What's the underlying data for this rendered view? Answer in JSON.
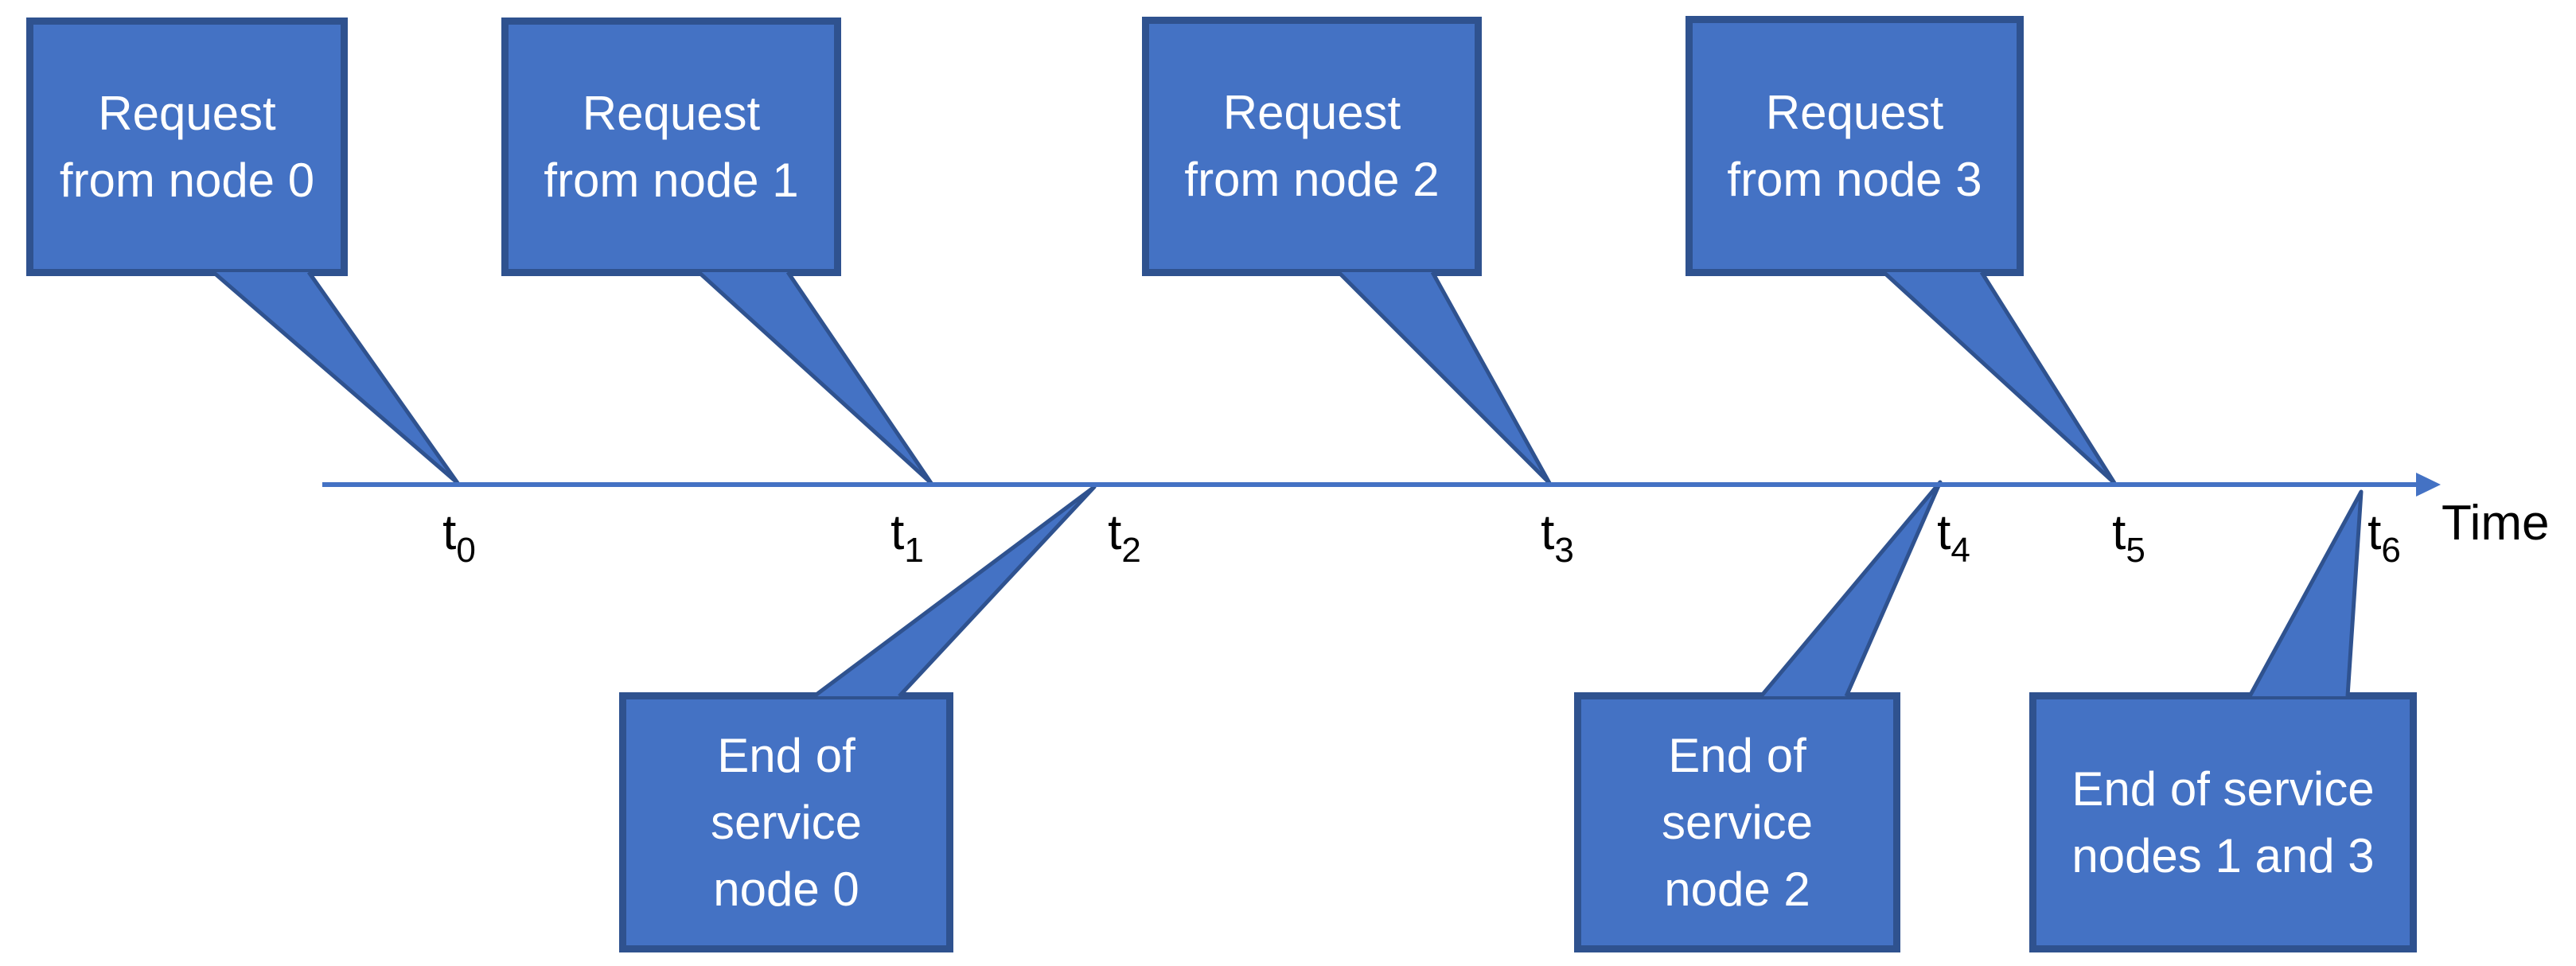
{
  "diagram": {
    "axis_label": "Time",
    "ticks": [
      {
        "base": "t",
        "sub": "0"
      },
      {
        "base": "t",
        "sub": "1"
      },
      {
        "base": "t",
        "sub": "2"
      },
      {
        "base": "t",
        "sub": "3"
      },
      {
        "base": "t",
        "sub": "4"
      },
      {
        "base": "t",
        "sub": "5"
      },
      {
        "base": "t",
        "sub": "6"
      }
    ],
    "top_callouts": [
      {
        "id": "request-from-node-0",
        "lines": [
          "Request",
          "from node 0"
        ],
        "points_to": "t0"
      },
      {
        "id": "request-from-node-1",
        "lines": [
          "Request",
          "from node 1"
        ],
        "points_to": "t1"
      },
      {
        "id": "request-from-node-2",
        "lines": [
          "Request",
          "from node 2"
        ],
        "points_to": "t3"
      },
      {
        "id": "request-from-node-3",
        "lines": [
          "Request",
          "from node 3"
        ],
        "points_to": "t5"
      }
    ],
    "bottom_callouts": [
      {
        "id": "end-of-service-node-0",
        "lines": [
          "End of",
          "service",
          "node 0"
        ],
        "points_to": "t2"
      },
      {
        "id": "end-of-service-node-2",
        "lines": [
          "End of",
          "service",
          "node 2"
        ],
        "points_to": "t4"
      },
      {
        "id": "end-of-service-nodes-1-and-3",
        "lines": [
          "End of service",
          "nodes 1 and 3"
        ],
        "points_to": "t6"
      }
    ],
    "colors": {
      "callout_fill": "#4472C4",
      "callout_border": "#2F528F",
      "callout_text": "#FFFFFF",
      "axis_line": "#4472C4",
      "tick_text": "#000000"
    }
  }
}
